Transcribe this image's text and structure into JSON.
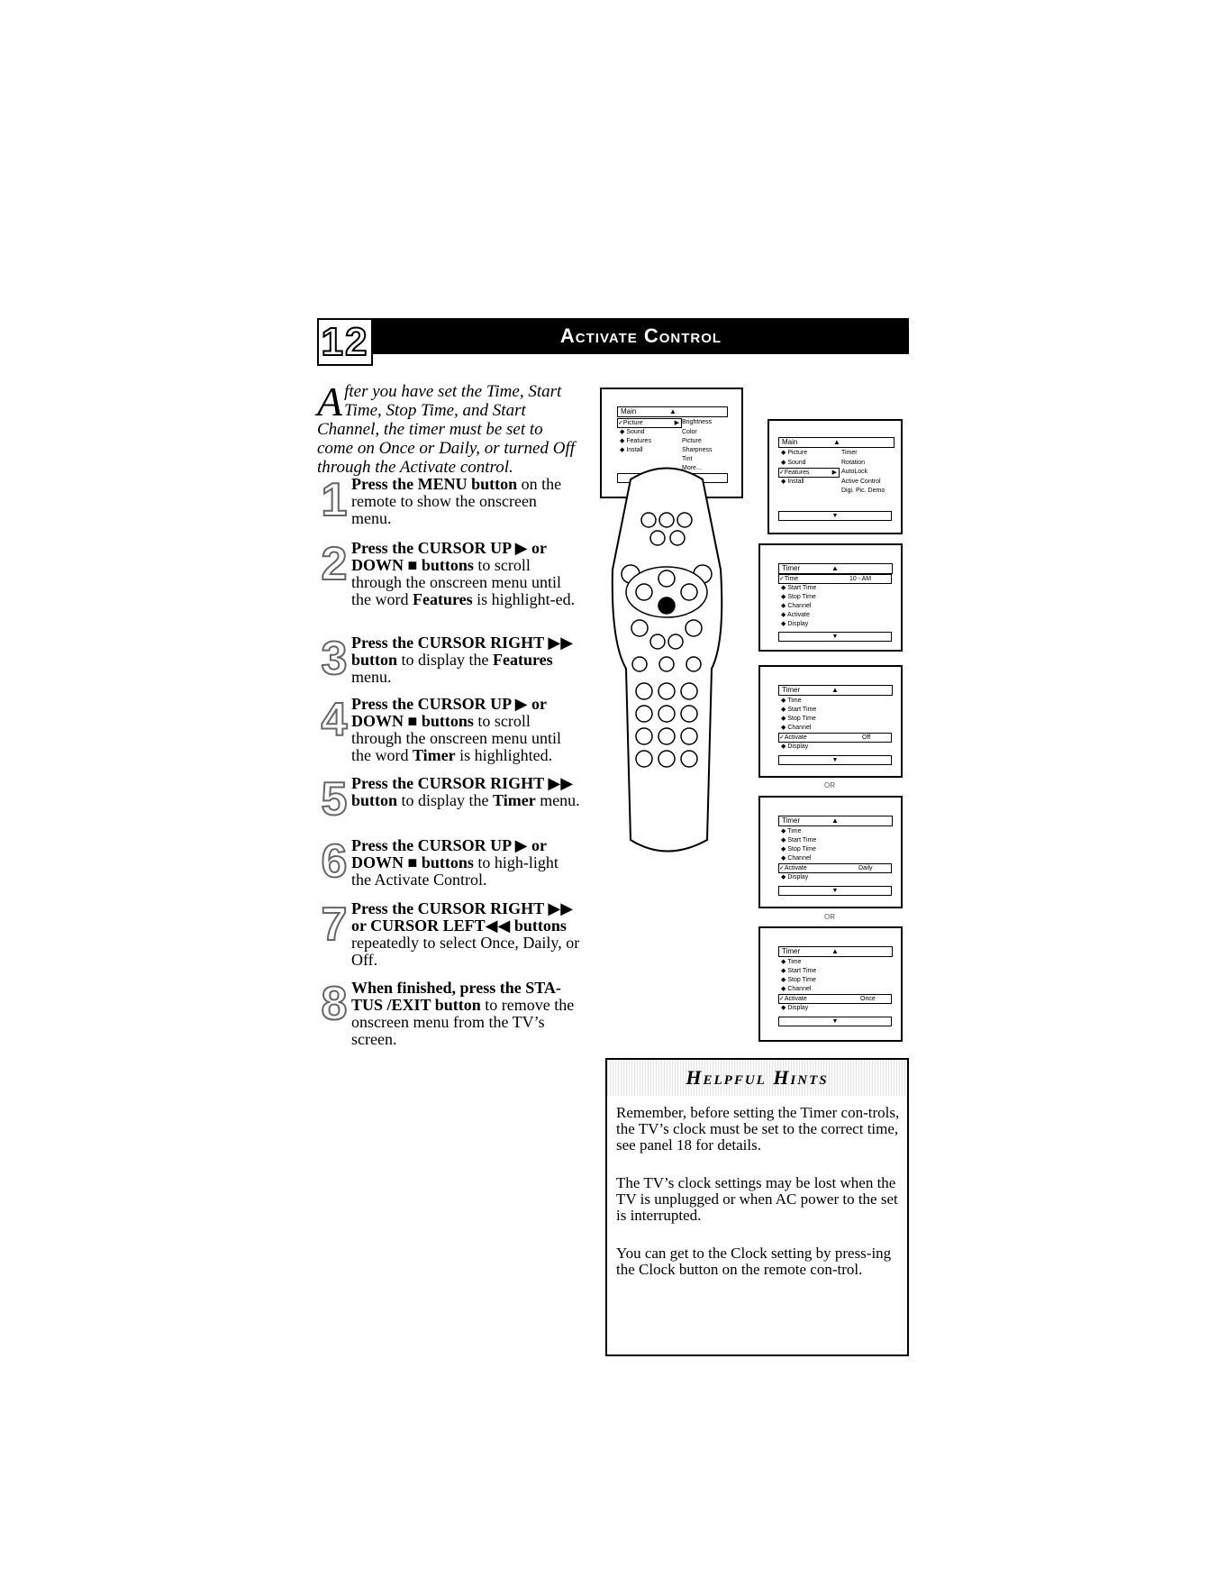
{
  "header": {
    "page_number": "12",
    "title": "Activate Control"
  },
  "intro": {
    "dropcap": "A",
    "text": "fter you have set the Time, Start Time, Stop Time, and Start Channel, the timer must be set to come on Once or Daily, or turned Off through the Activate control."
  },
  "steps": [
    {
      "num": "1",
      "bold": "Press the MENU button",
      "rest": " on the remote to show the onscreen menu."
    },
    {
      "num": "2",
      "bold": "Press the CURSOR UP ▶ or DOWN ■ buttons",
      "rest": " to scroll through the onscreen menu until the word ",
      "bold2": "Features",
      "rest2": " is highlight-ed."
    },
    {
      "num": "3",
      "bold": "Press the CURSOR RIGHT ▶▶ button",
      "rest": " to display the ",
      "bold2": "Features",
      "rest2": " menu."
    },
    {
      "num": "4",
      "bold": "Press the CURSOR UP ▶ or DOWN ■ buttons",
      "rest": " to scroll through the onscreen menu until the word ",
      "bold2": "Timer",
      "rest2": " is highlighted."
    },
    {
      "num": "5",
      "bold": "Press the CURSOR RIGHT ▶▶ button",
      "rest": " to display the ",
      "bold2": "Timer",
      "rest2": " menu."
    },
    {
      "num": "6",
      "bold": "Press the CURSOR UP ▶ or DOWN ■ buttons",
      "rest": "  to high-light the Activate Control.",
      "bold2": "",
      "rest2": ""
    },
    {
      "num": "7",
      "bold": "Press the CURSOR RIGHT ▶▶ or CURSOR LEFT◀◀ buttons",
      "rest": " repeatedly to select Once, Daily, or Off.",
      "bold2": "",
      "rest2": ""
    },
    {
      "num": "8",
      "bold": "When finished, press the STA-TUS /EXIT button",
      "rest": " to remove the onscreen menu from the TV’s screen.",
      "bold2": "",
      "rest2": ""
    }
  ],
  "screens": {
    "main": {
      "title": "Main",
      "left": [
        "Picture",
        "Sound",
        "Features",
        "Install"
      ],
      "right": [
        "Brightness",
        "Color",
        "Picture",
        "Sharpness",
        "Tint",
        "More..."
      ]
    },
    "features": {
      "title": "Main",
      "left": [
        "Picture",
        "Sound",
        "Features",
        "Install"
      ],
      "right": [
        "Timer",
        "Rotation",
        "AutoLock",
        "Active Control",
        "Digi. Pic. Demo"
      ]
    },
    "timer1": {
      "title": "Timer",
      "rows": [
        "Time",
        "Start Time",
        "Stop Time",
        "Channel",
        "Activate",
        "Display"
      ],
      "time_value": "10 - AM"
    },
    "timer2": {
      "title": "Timer",
      "rows": [
        "Time",
        "Start Time",
        "Stop Time",
        "Channel",
        "Activate",
        "Display"
      ],
      "activate_value": "Off"
    },
    "timer3": {
      "title": "Timer",
      "rows": [
        "Time",
        "Start Time",
        "Stop Time",
        "Channel",
        "Activate",
        "Display"
      ],
      "activate_value": "Daily"
    },
    "timer4": {
      "title": "Timer",
      "rows": [
        "Time",
        "Start Time",
        "Stop Time",
        "Channel",
        "Activate",
        "Display"
      ],
      "activate_value": "Once"
    },
    "or_label": "OR"
  },
  "hints": {
    "title": "Helpful Hints",
    "items": [
      "Remember, before setting the Timer con-trols, the TV’s clock must be set to the correct time, see panel 18 for details.",
      "The TV’s clock settings may be lost when the TV is unplugged or when AC power to the set is interrupted.",
      "You can get to the Clock setting by press-ing the Clock button on the remote con-trol."
    ]
  }
}
